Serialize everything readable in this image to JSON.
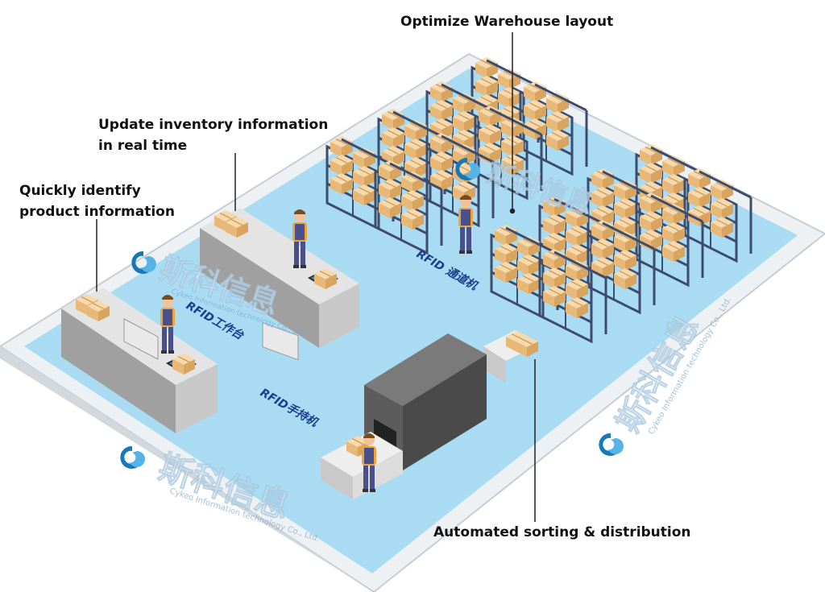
{
  "callouts": {
    "layout": "Optimize Warehouse layout",
    "inventory_line1": "Update inventory information",
    "inventory_line2": "in real time",
    "identify_line1": "Quickly identify",
    "identify_line2": "product information",
    "sorting": "Automated sorting & distribution"
  },
  "floor_labels": {
    "channel": "RFID 通道机",
    "workstation": "RFID工作台",
    "handheld": "RFID手持机"
  },
  "watermark": {
    "company_cn": "斯科信息",
    "company_en": "Cykeo Information technology Co., Ltd."
  },
  "colors": {
    "floor": "#a9dcf3",
    "floor_border": "#eef1f3",
    "rack": "#3c4c6c",
    "box": "#f0c690",
    "desk": "#a0a0a0",
    "machine": "#5a5a5a",
    "worker": "#4b4f8a",
    "logo": "#1678b8"
  },
  "icons": [
    "rfid-reader-icon",
    "cykeo-logo-icon"
  ]
}
